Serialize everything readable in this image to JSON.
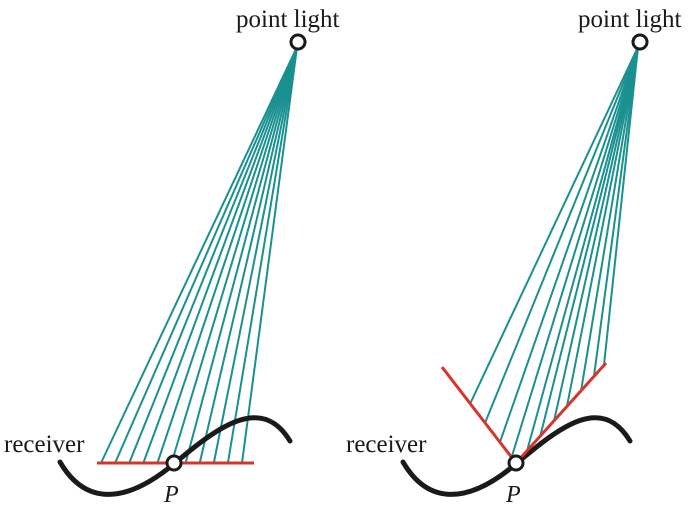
{
  "colors": {
    "rays": "#1a9090",
    "receiver_curve": "#1a1a1a",
    "tangent": "#d9342b",
    "point_outline": "#1a1a1a"
  },
  "panels": [
    {
      "light_label": "point light",
      "receiver_label": "receiver",
      "point_label": "P",
      "ray_count": 11
    },
    {
      "light_label": "point light",
      "receiver_label": "receiver",
      "point_label": "P",
      "ray_count": 11
    }
  ]
}
